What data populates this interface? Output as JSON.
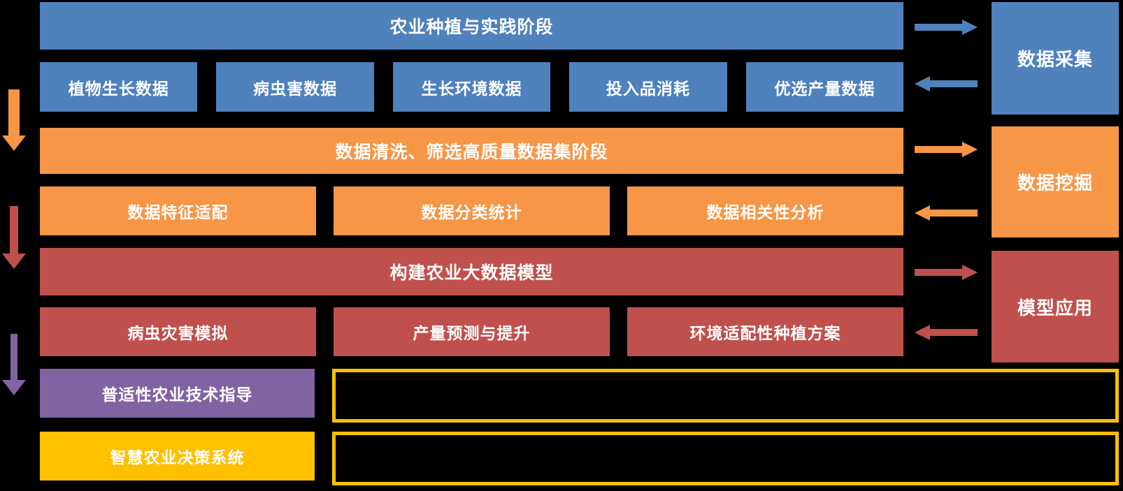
{
  "colors": {
    "background": "#000000",
    "blue": "#4F81BD",
    "orange": "#F79646",
    "red": "#C0504D",
    "purple": "#8064A2",
    "gold": "#FFC000",
    "text": "#FFFFFF"
  },
  "stages": [
    {
      "bar": "农业种植与实践阶段",
      "items": [
        "植物生长数据",
        "病虫害数据",
        "生长环境数据",
        "投入品消耗",
        "优选产量数据"
      ],
      "side_label": "数据采集"
    },
    {
      "bar": "数据清洗、筛选高质量数据集阶段",
      "items": [
        "数据特征适配",
        "数据分类统计",
        "数据相关性分析"
      ],
      "side_label": "数据挖掘"
    },
    {
      "bar": "构建农业大数据模型",
      "items": [
        "病虫灾害模拟",
        "产量预测与提升",
        "环境适配性种植方案"
      ],
      "side_label": "模型应用"
    }
  ],
  "outputs": [
    {
      "label": "普适性农业技术指导"
    },
    {
      "label": "智慧农业决策系统"
    }
  ],
  "empty_output_boxes": [
    {
      "label": ""
    },
    {
      "label": ""
    }
  ]
}
